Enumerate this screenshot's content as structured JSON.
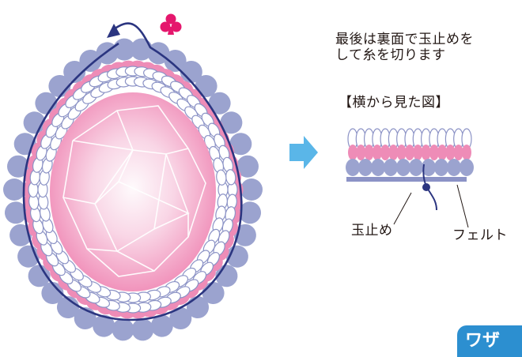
{
  "instruction": {
    "line1": "最後は裏面で玉止めを",
    "line2": "して糸を切ります"
  },
  "side_view": {
    "title": "【横から見た図】",
    "knot_label": "玉止め",
    "felt_label": "フェルト"
  },
  "corner_badge": {
    "text": "ワザ"
  },
  "icons": {
    "club": "club-icon",
    "arrow": "arrow-right-icon",
    "thread_end": "thread-arrow-icon"
  },
  "colors": {
    "bead_outer": "#9ba3cf",
    "bead_pink": "#ee8cb7",
    "bead_white": "#ffffff",
    "bead_outline": "#8c93c6",
    "gem_light": "#fbe4ef",
    "gem_pink": "#f2a0c4",
    "thread": "#2b3580",
    "club": "#e5176d",
    "arrow": "#5ab6e8",
    "felt": "#8c93c6",
    "badge": "#2c8fd0"
  }
}
